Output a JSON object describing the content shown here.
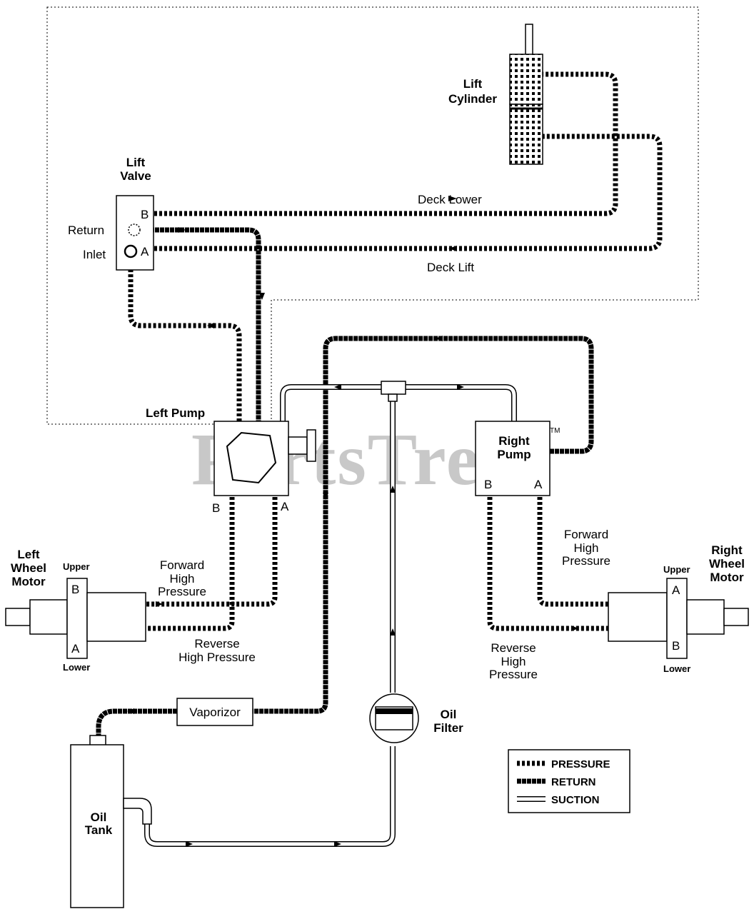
{
  "watermark": {
    "text": "PartsTree",
    "tm": "TM"
  },
  "colors": {
    "line": "#000000",
    "background": "#ffffff",
    "watermark": "#c8c8c8"
  },
  "components": {
    "lift_cylinder": "Lift Cylinder",
    "lift_valve": "Lift Valve",
    "left_pump": "Left Pump",
    "right_pump": "Right Pump",
    "left_wheel_motor": "Left Wheel Motor",
    "right_wheel_motor": "Right Wheel Motor",
    "vaporizor": "Vaporizor",
    "oil_filter": "Oil Filter",
    "oil_tank": "Oil Tank"
  },
  "ports": {
    "valve_b": "B",
    "valve_a": "A",
    "valve_return": "Return",
    "valve_inlet": "Inlet",
    "left_pump_b": "B",
    "left_pump_a": "A",
    "right_pump_b": "B",
    "right_pump_a": "A",
    "left_motor_upper_port": "B",
    "left_motor_lower_port": "A",
    "right_motor_upper_port": "A",
    "right_motor_lower_port": "B",
    "upper": "Upper",
    "lower": "Lower"
  },
  "flow_labels": {
    "deck_lower": "Deck Lower",
    "deck_lift": "Deck Lift",
    "left_forward": "Forward High Pressure",
    "left_reverse": "Reverse High Pressure",
    "right_forward": "Forward High Pressure",
    "right_reverse": "Reverse High Pressure"
  },
  "legend": {
    "pressure": "PRESSURE",
    "return": "RETURN",
    "suction": "SUCTION"
  }
}
